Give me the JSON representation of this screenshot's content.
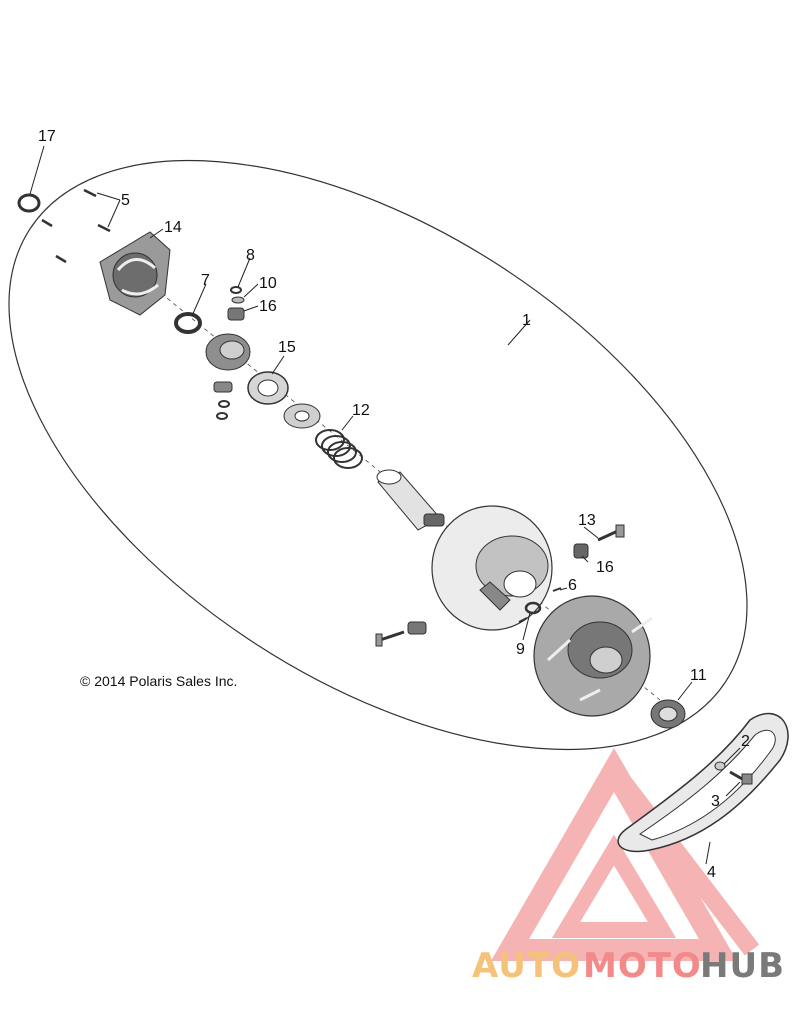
{
  "copyright": "© 2014 Polaris Sales Inc.",
  "callouts": {
    "c1": "1",
    "c2": "2",
    "c3": "3",
    "c4": "4",
    "c5": "5",
    "c6": "6",
    "c7": "7",
    "c8": "8",
    "c9": "9",
    "c10": "10",
    "c11": "11",
    "c12": "12",
    "c13": "13",
    "c14": "14",
    "c15": "15",
    "c16a": "16",
    "c16b": "16",
    "c17": "17"
  },
  "watermark": {
    "part1": "AUTO",
    "part2": "MOTO",
    "part3": "HUB",
    "color_auto": "#f5c27a",
    "color_moto": "#f28a8a",
    "color_hub": "#7a7a7a",
    "triangle_color": "#f0a0a0"
  }
}
